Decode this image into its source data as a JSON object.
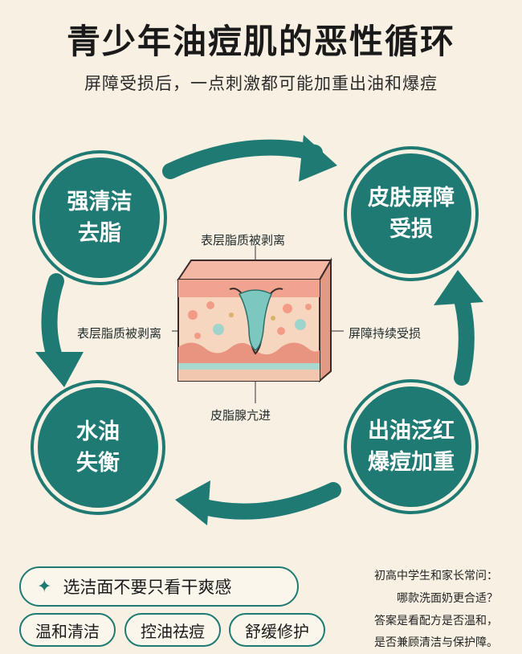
{
  "title": "青少年油痘肌的恶性循环",
  "subtitle": "屏障受损后，一点刺激都可能加重出油和爆痘",
  "cycle": {
    "top_left": "强清洁\n去脂",
    "top_right": "皮肤屏障\n受损",
    "bottom_left": "水油\n失衡",
    "bottom_right": "出油泛红\n爆痘加重"
  },
  "skin_labels": {
    "top": "表层脂质被剥离",
    "left": "表层脂质被剥离",
    "right": "屏障持续受损",
    "bottom": "皮脂腺亢进"
  },
  "advice": {
    "main": "选洁面不要只看干爽感",
    "tags": [
      "温和清洁",
      "控油祛痘",
      "舒缓修护"
    ]
  },
  "note": [
    "初高中学生和家长常问：",
    "哪款洗面奶更合适？",
    "答案是看配方是否温和，",
    "是否兼顾清洁与保护障。"
  ]
}
